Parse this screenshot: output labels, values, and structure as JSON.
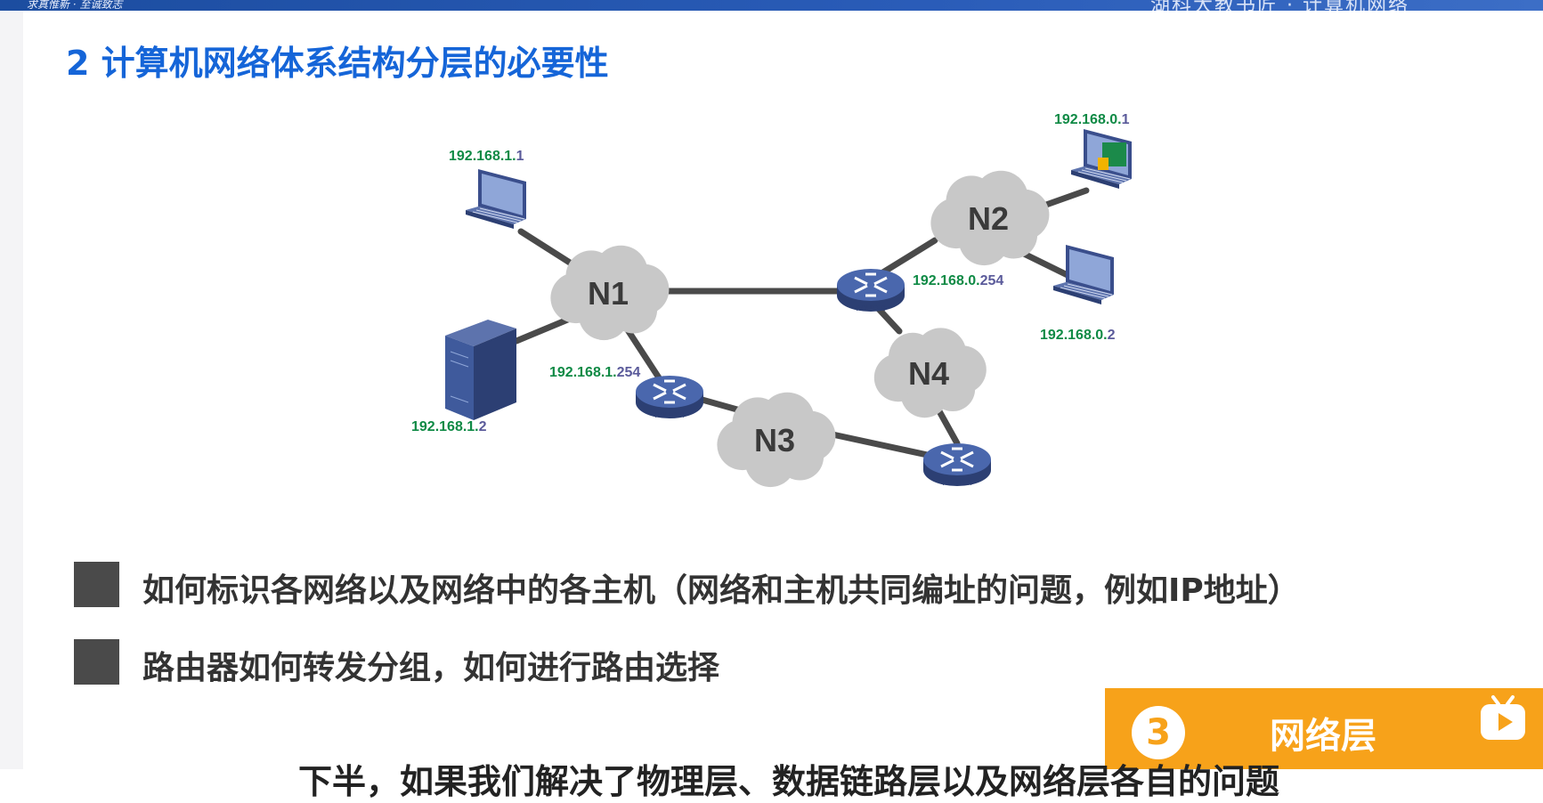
{
  "header": {
    "logo_text": "求真惟新 · 至诚致志",
    "right_text": "湖科大教书匠 · 计算机网络"
  },
  "title": "2 计算机网络体系结构分层的必要性",
  "diagram": {
    "clouds": [
      "N1",
      "N2",
      "N3",
      "N4"
    ],
    "router_label": "ROUTER",
    "ips": {
      "laptop1": {
        "net": "192.168.1.",
        "host": "1"
      },
      "server": {
        "net": "192.168.1.",
        "host": "2"
      },
      "router1": {
        "net": "192.168.1.",
        "host": "254"
      },
      "router2": {
        "net": "192.168.0.",
        "host": "254"
      },
      "laptop2": {
        "net": "192.168.0.",
        "host": "1"
      },
      "laptop3": {
        "net": "192.168.0.",
        "host": "2"
      }
    },
    "colors": {
      "net": "#0f8a45",
      "host": "#5a5a9a",
      "cloud": "#c8c8c8",
      "link": "#4a4a4a",
      "router": "#3f5a9c"
    }
  },
  "bullets": [
    "如何标识各网络以及网络中的各主机（网络和主机共同编址的问题，例如IP地址）",
    "路由器如何转发分组，如何进行路由选择"
  ],
  "badge": {
    "number": "3",
    "label": "网络层"
  },
  "subtitle": "下半，如果我们解决了物理层、数据链路层以及网络层各自的问题"
}
